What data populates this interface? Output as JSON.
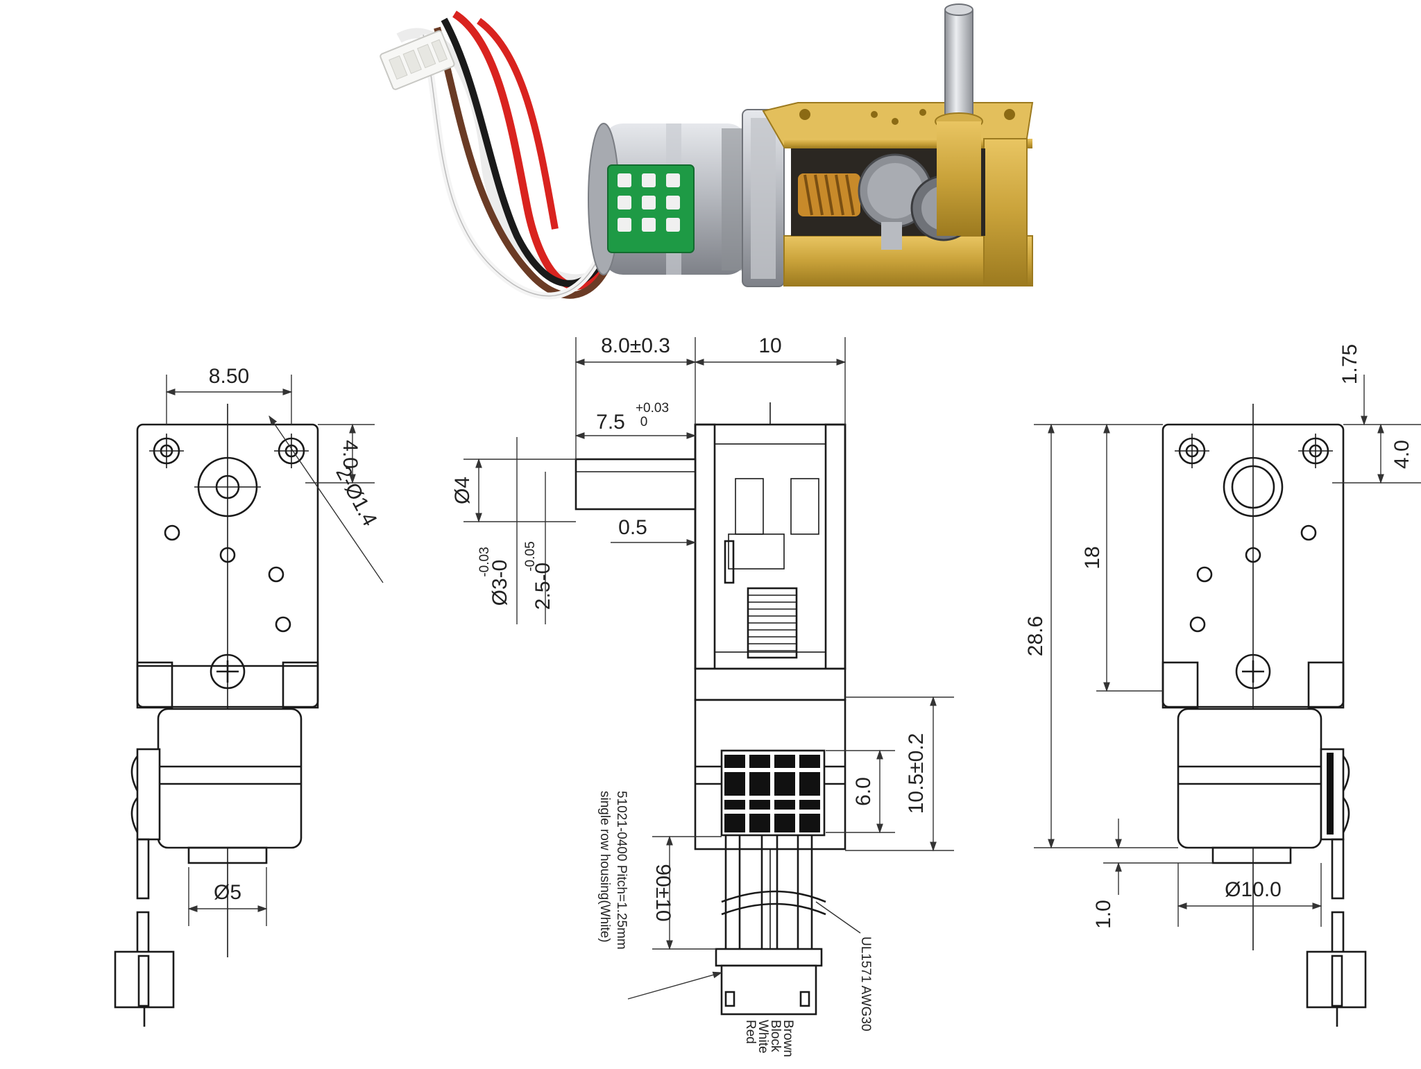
{
  "photo": {
    "subject": "micro-geared-stepper-motor"
  },
  "dimensions": {
    "left": {
      "width": "8.50",
      "pitch": "4.0",
      "holes": "2-Ø1.4",
      "boss": "Ø5"
    },
    "center": {
      "a": "8.0±0.3",
      "b": "10",
      "shaft_len": "7.5",
      "shaft_tol_upper": "+0.03",
      "shaft_tol_lower": "0",
      "d4": "Ø4",
      "gap": "0.5",
      "shaft_d": "Ø3-0",
      "shaft_d_tol": "-0.03",
      "flat": "2.5-0",
      "flat_tol": "-0.05",
      "connector_h": "6.0",
      "motor_h": "10.5±0.2",
      "wire_len": "90±10"
    },
    "right": {
      "top": "1.75",
      "pitch": "4.0",
      "inner": "18",
      "total": "28.6",
      "bottom": "1.0",
      "can": "Ø10.0"
    }
  },
  "notes": {
    "housing_line1": "51021-0400 Pitch=1.25mm",
    "housing_line2": "single row housing(White)",
    "cable": "UL1571 AWG30",
    "wire_colors": [
      "Brown",
      "Block",
      "White",
      "Red"
    ]
  },
  "colors": {
    "brass": "#c9a23a",
    "silver": "#b9bcc2",
    "wire_red": "#d9231f",
    "wire_brown": "#6a3b25",
    "board_green": "#1e9a45"
  }
}
